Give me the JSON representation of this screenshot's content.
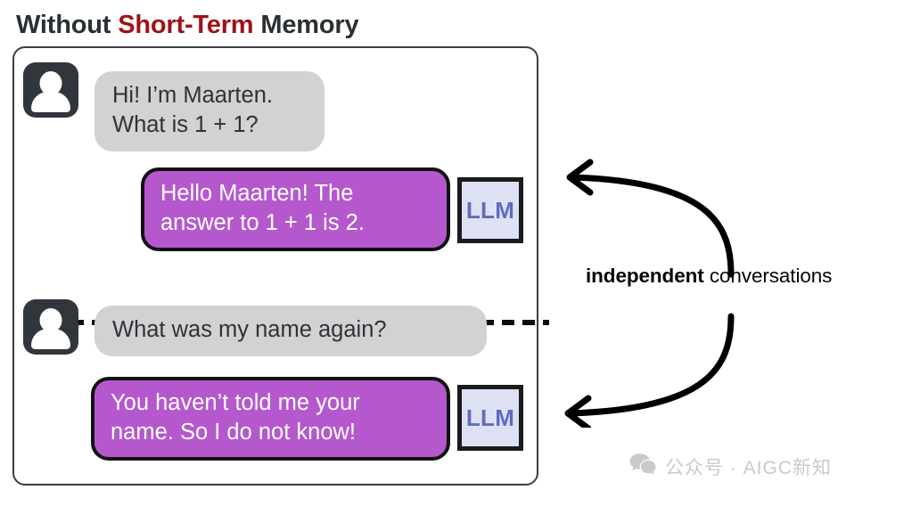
{
  "title": {
    "prefix": "Without",
    "accent": "Short-Term",
    "suffix": "Memory",
    "accent_color": "#9d1318",
    "base_color": "#2b3034"
  },
  "panel": {
    "border_color": "#3a3f45",
    "divider_style": "dashed"
  },
  "conversations": [
    {
      "id": "conversation-1",
      "user_message": "Hi! I’m Maarten.\nWhat is 1 + 1?",
      "llm_message": "Hello Maarten! The\nanswer to 1 + 1 is 2.",
      "llm_badge_label": "LLM"
    },
    {
      "id": "conversation-2",
      "user_message": "What was my name again?",
      "llm_message": "You haven’t told me your\nname. So I do not know!",
      "llm_badge_label": "LLM"
    }
  ],
  "side_label": {
    "strong": "independent",
    "rest": "conversations"
  },
  "colors": {
    "user_bubble": "#d2d2d3",
    "user_bubble_text": "#2e3338",
    "llm_bubble": "#b558ce",
    "llm_bubble_text": "#ffffff",
    "llm_bubble_border": "#121212",
    "llm_badge_fill": "#dde1f3",
    "llm_badge_text": "#5d6cc0",
    "avatar_fill": "#31363c",
    "arrow": "#000000",
    "watermark": "#c9cacb"
  },
  "watermark": {
    "icon": "wechat-icon",
    "text": "公众号 · AIGC新知"
  }
}
